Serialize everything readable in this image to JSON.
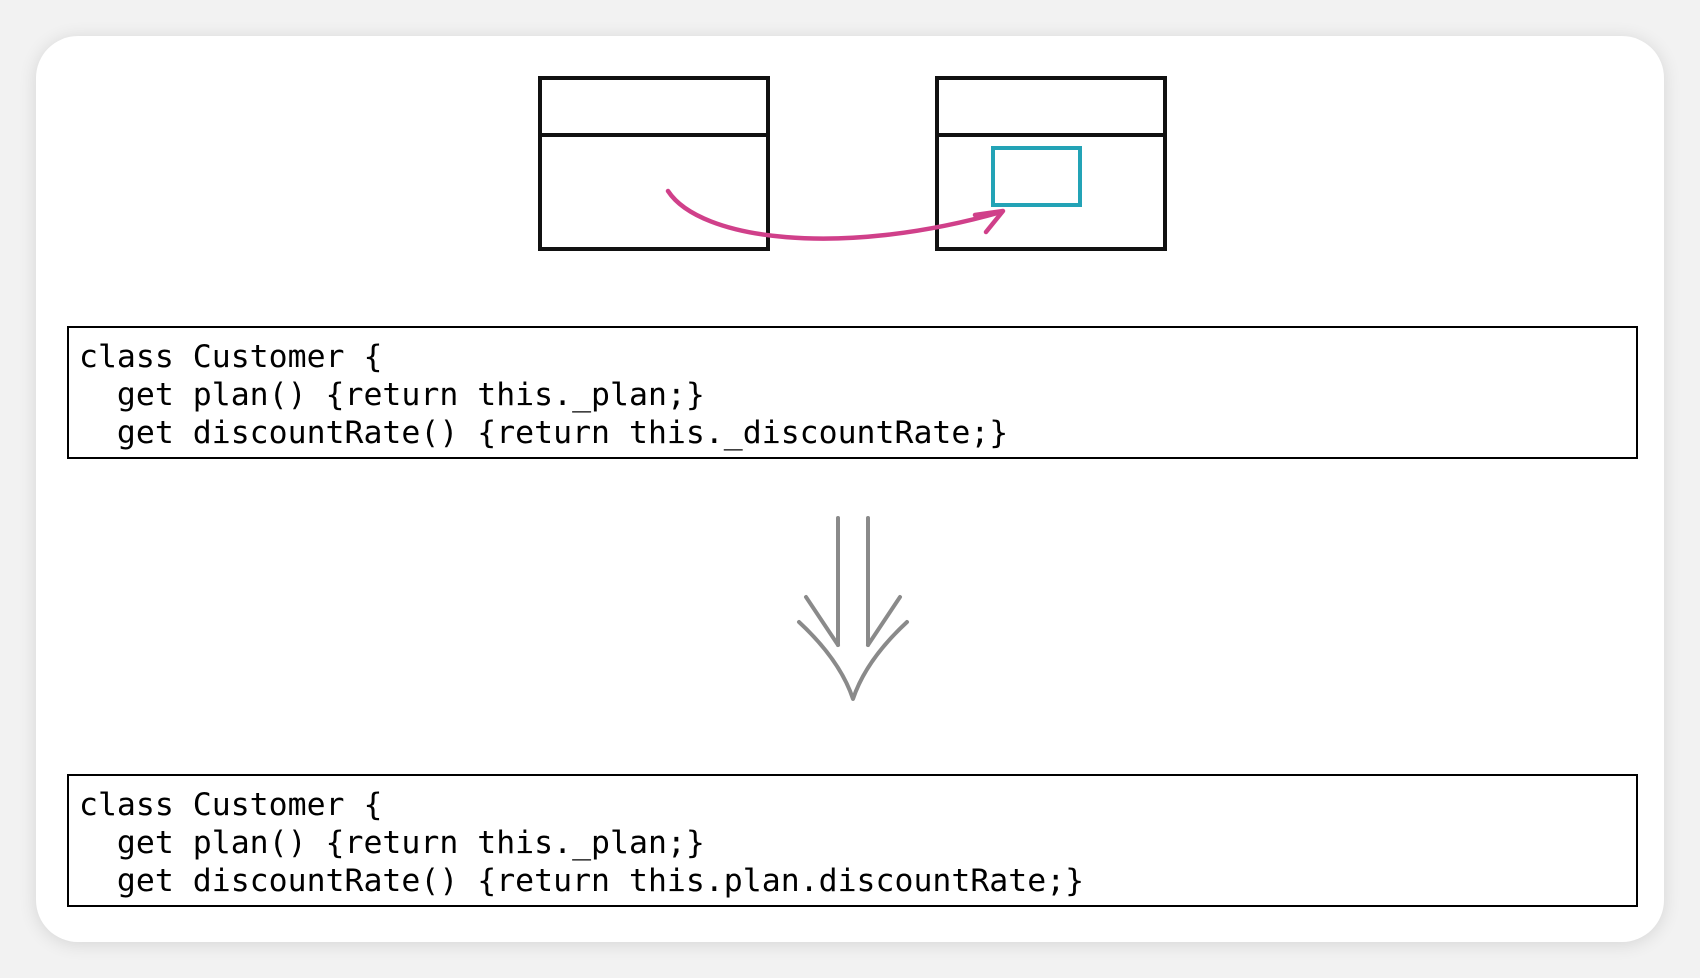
{
  "colors": {
    "box_stroke": "#111111",
    "move_arrow": "#d0408a",
    "moved_field": "#23a3b6",
    "transform_arrow": "#8a8a8a",
    "card_background": "#ffffff",
    "page_background": "#f2f2f2"
  },
  "icons": {
    "move_arrow": "curved-arrow-icon",
    "transform_arrow": "double-down-arrow-icon"
  },
  "code_before": {
    "lines": [
      "class Customer {",
      "  get plan() {return this._plan;}",
      "  get discountRate() {return this._discountRate;}"
    ]
  },
  "code_after": {
    "lines": [
      "class Customer {",
      "  get plan() {return this._plan;}",
      "  get discountRate() {return this.plan.discountRate;}"
    ]
  }
}
